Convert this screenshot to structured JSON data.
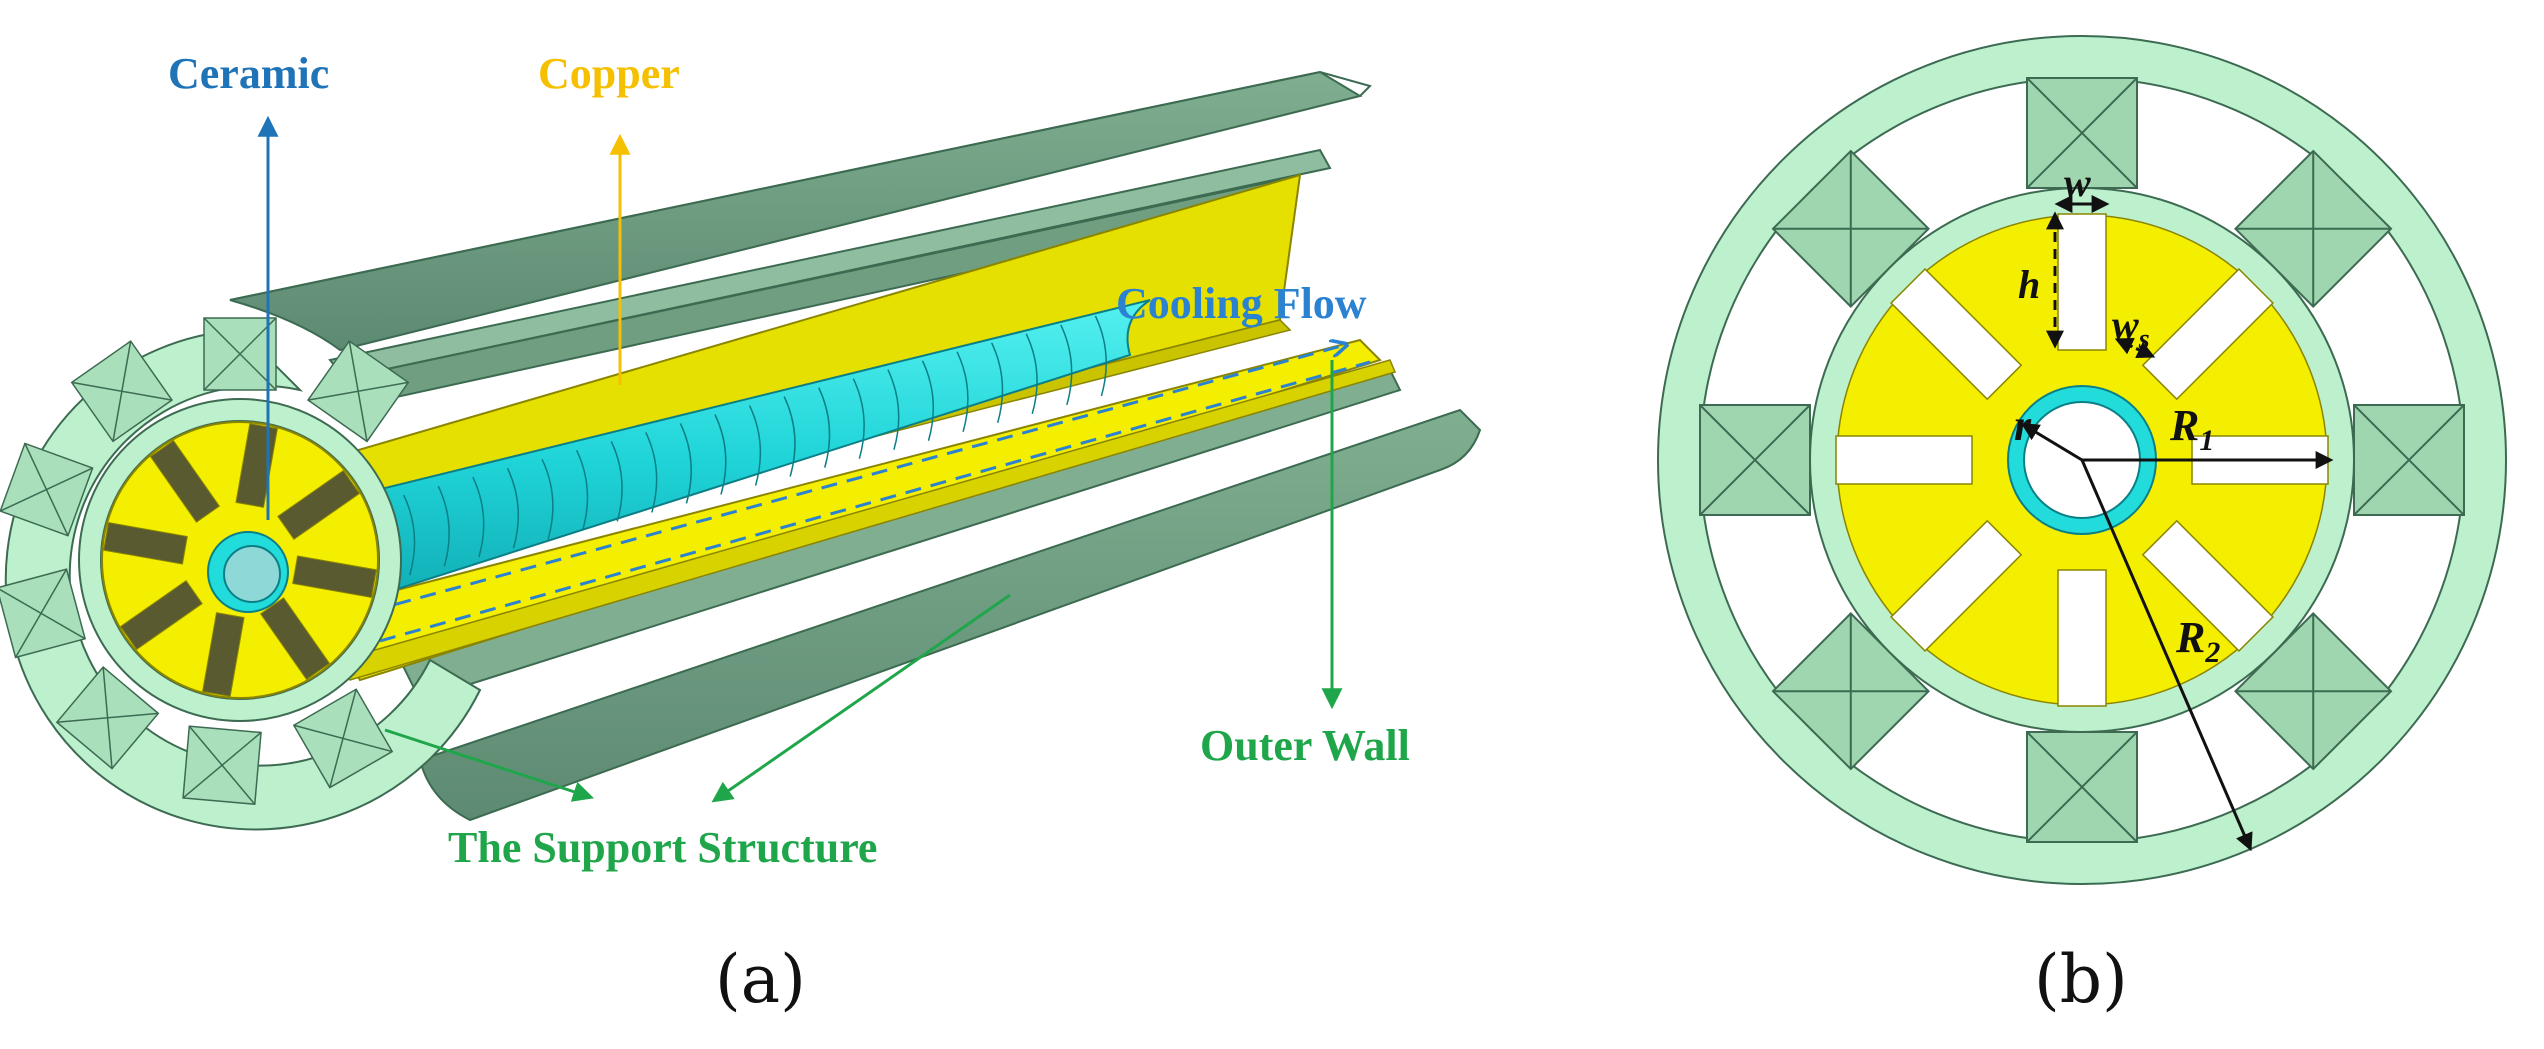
{
  "colors": {
    "ceramic_label": "#1f73b7",
    "copper_label": "#f5c000",
    "cooling_flow_label": "#2a82d0",
    "green_label": "#1fa64a",
    "outer_green": "#6f9e80",
    "outer_green_dark": "#54806a",
    "support_green": "#bdf0cd",
    "support_dark": "#8fc8a2",
    "copper_fill": "#f4ee00",
    "ceramic_fill": "#22dcdc",
    "arrow_black": "#111111"
  },
  "panel_a": {
    "caption": "(a)",
    "labels": {
      "ceramic": "Ceramic",
      "copper": "Copper",
      "cooling_flow": "Cooling Flow",
      "outer_wall": "Outer Wall",
      "support_structure": "The Support Structure"
    },
    "icons": [
      "arrow-up-icon",
      "arrow-down-icon",
      "arrow-diagonal-icon"
    ]
  },
  "panel_b": {
    "caption": "(b)",
    "symbols": {
      "w": "w",
      "h": "h",
      "ws_main": "w",
      "ws_sub": "s",
      "r": "r",
      "r1_main": "R",
      "r1_sub": "1",
      "r2_main": "R",
      "r2_sub": "2"
    }
  }
}
